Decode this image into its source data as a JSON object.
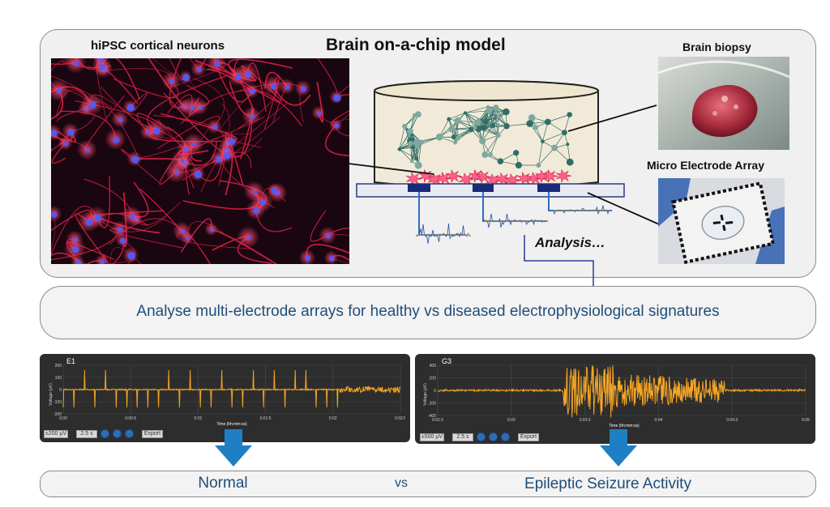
{
  "top_panel": {
    "title": "Brain on-a-chip model",
    "left_label": "hiPSC cortical neurons",
    "right_label_1": "Brain biopsy",
    "right_label_2": "Micro Electrode Array",
    "analysis_label": "Analysis…"
  },
  "middle": {
    "text": "Analyse multi-electrode arrays for healthy vs diseased electrophysiological signatures"
  },
  "left_screen": {
    "channel": "E1",
    "ylabel": "Voltage (µV)",
    "xlabel": "Time (hh:mm:ss)",
    "yticks": [
      "200",
      "100",
      "0",
      "-100",
      "-200"
    ],
    "xticks": [
      "0:00",
      "0:00:5",
      "0:01",
      "0:01:5",
      "0:02",
      "0:02:5"
    ],
    "controls": {
      "scale": "±200 µV",
      "window": "2.5 s",
      "export": "Export"
    }
  },
  "right_screen": {
    "channel": "G3",
    "ylabel": "Voltage (µV)",
    "xlabel": "Time (hh:mm:ss)",
    "yticks": [
      "400",
      "200",
      "0",
      "-200",
      "-400"
    ],
    "xticks": [
      "0:02:3",
      "0:03",
      "0:03:3",
      "0:04",
      "0:04:3",
      "0:05"
    ],
    "controls": {
      "scale": "±500 µV",
      "window": "2.5 s",
      "export": "Export"
    }
  },
  "bottom": {
    "left": "Normal",
    "middle": "vs",
    "right": "Epileptic Seizure Activity"
  },
  "colors": {
    "trace": "#f5a623",
    "arrow": "#1f7fc4",
    "text_blue": "#1f4e79",
    "neuron_red": "#e0204a",
    "nuclei_blue": "#4a5cff"
  }
}
